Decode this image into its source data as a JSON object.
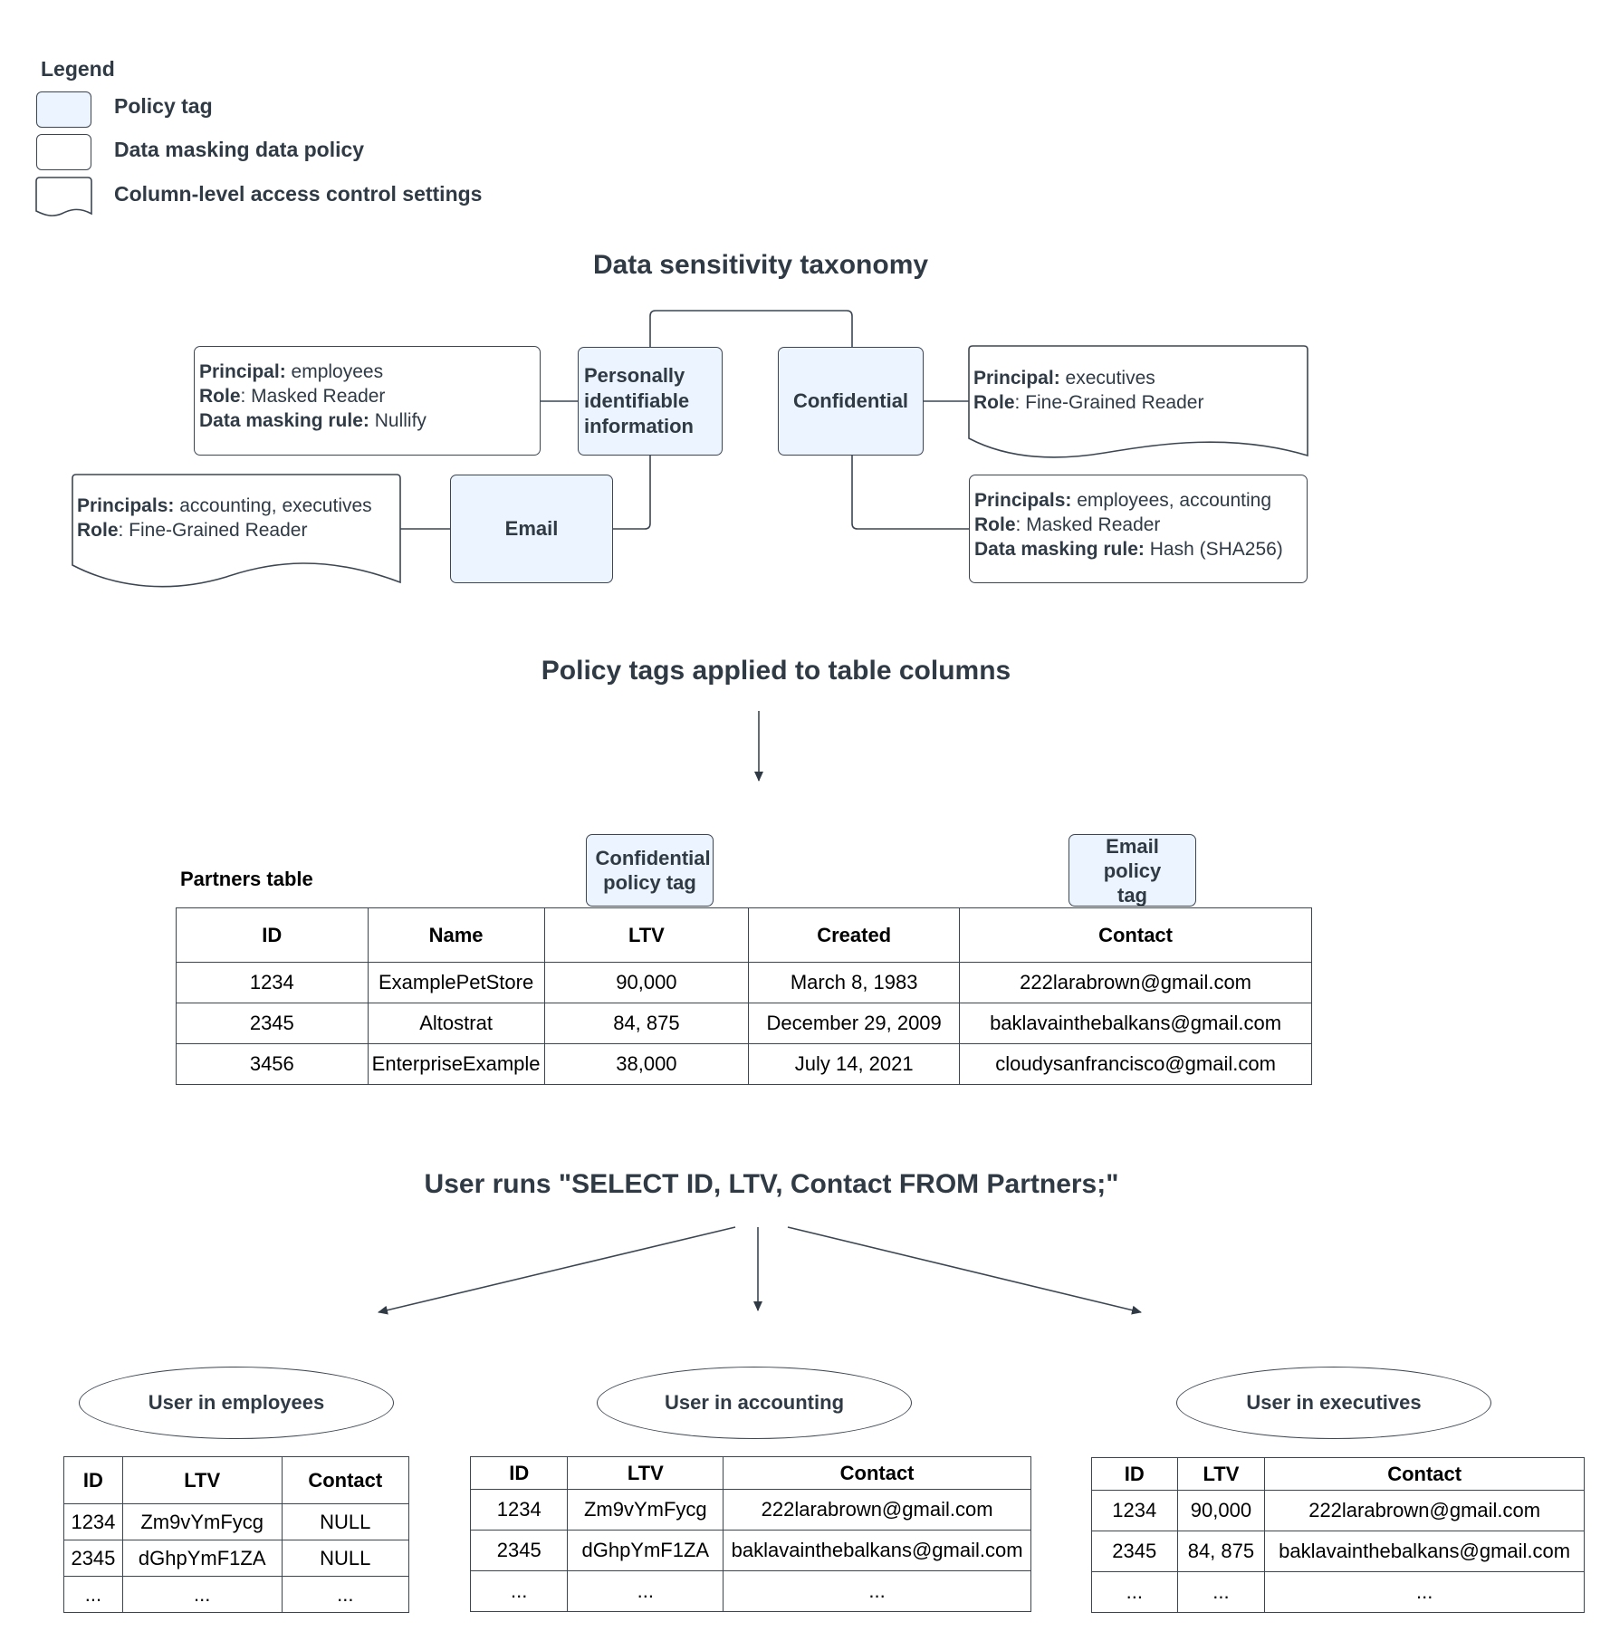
{
  "legend": {
    "title": "Legend",
    "items": [
      {
        "label": "Policy tag",
        "shape": "tag"
      },
      {
        "label": "Data masking data policy",
        "shape": "policy"
      },
      {
        "label": "Column-level access control settings",
        "shape": "document"
      }
    ]
  },
  "taxonomy": {
    "title": "Data sensitivity taxonomy",
    "pii": {
      "label": "Personally identifiable information"
    },
    "confidential": {
      "label": "Confidential"
    },
    "email": {
      "label": "Email"
    },
    "pii_policy": {
      "principal_key": "Principal:",
      "principal_val": " employees",
      "role_key": "Role",
      "role_val": ": Masked Reader",
      "rule_key": "Data masking rule:",
      "rule_val": " Nullify"
    },
    "email_acl": {
      "principal_key": "Principals:",
      "principal_val": " accounting, executives",
      "role_key": "Role",
      "role_val": ": Fine-Grained Reader"
    },
    "conf_acl": {
      "principal_key": "Principal:",
      "principal_val": " executives",
      "role_key": "Role",
      "role_val": ": Fine-Grained Reader"
    },
    "conf_policy": {
      "principal_key": "Principals:",
      "principal_val": " employees, accounting",
      "role_key": "Role",
      "role_val": ": Masked Reader",
      "rule_key": "Data masking rule:",
      "rule_val": " Hash (SHA256)"
    }
  },
  "applied": {
    "title": "Policy tags applied to table columns",
    "table_label": "Partners table",
    "confidential_tag": "Confidential policy tag",
    "email_tag": "Email policy tag",
    "headers": [
      "ID",
      "Name",
      "LTV",
      "Created",
      "Contact"
    ],
    "rows": [
      [
        "1234",
        "ExamplePetStore",
        "90,000",
        "March 8, 1983",
        "222larabrown@gmail.com"
      ],
      [
        "2345",
        "Altostrat",
        "84, 875",
        "December 29, 2009",
        "baklavainthebalkans@gmail.com"
      ],
      [
        "3456",
        "EnterpriseExample",
        "38,000",
        "July 14, 2021",
        "cloudysanfrancisco@gmail.com"
      ]
    ]
  },
  "query": {
    "title": "User runs \"SELECT ID, LTV, Contact FROM Partners;\""
  },
  "results": {
    "employees": {
      "label": "User in employees",
      "headers": [
        "ID",
        "LTV",
        "Contact"
      ],
      "rows": [
        [
          "1234",
          "Zm9vYmFycg",
          "NULL"
        ],
        [
          "2345",
          "dGhpYmF1ZA",
          "NULL"
        ],
        [
          "...",
          "...",
          "..."
        ]
      ]
    },
    "accounting": {
      "label": "User in accounting",
      "headers": [
        "ID",
        "LTV",
        "Contact"
      ],
      "rows": [
        [
          "1234",
          "Zm9vYmFycg",
          "222larabrown@gmail.com"
        ],
        [
          "2345",
          "dGhpYmF1ZA",
          "baklavainthebalkans@gmail.com"
        ],
        [
          "...",
          "...",
          "..."
        ]
      ]
    },
    "executives": {
      "label": "User in executives",
      "headers": [
        "ID",
        "LTV",
        "Contact"
      ],
      "rows": [
        [
          "1234",
          "90,000",
          "222larabrown@gmail.com"
        ],
        [
          "2345",
          "84, 875",
          "baklavainthebalkans@gmail.com"
        ],
        [
          "...",
          "...",
          "..."
        ]
      ]
    }
  }
}
